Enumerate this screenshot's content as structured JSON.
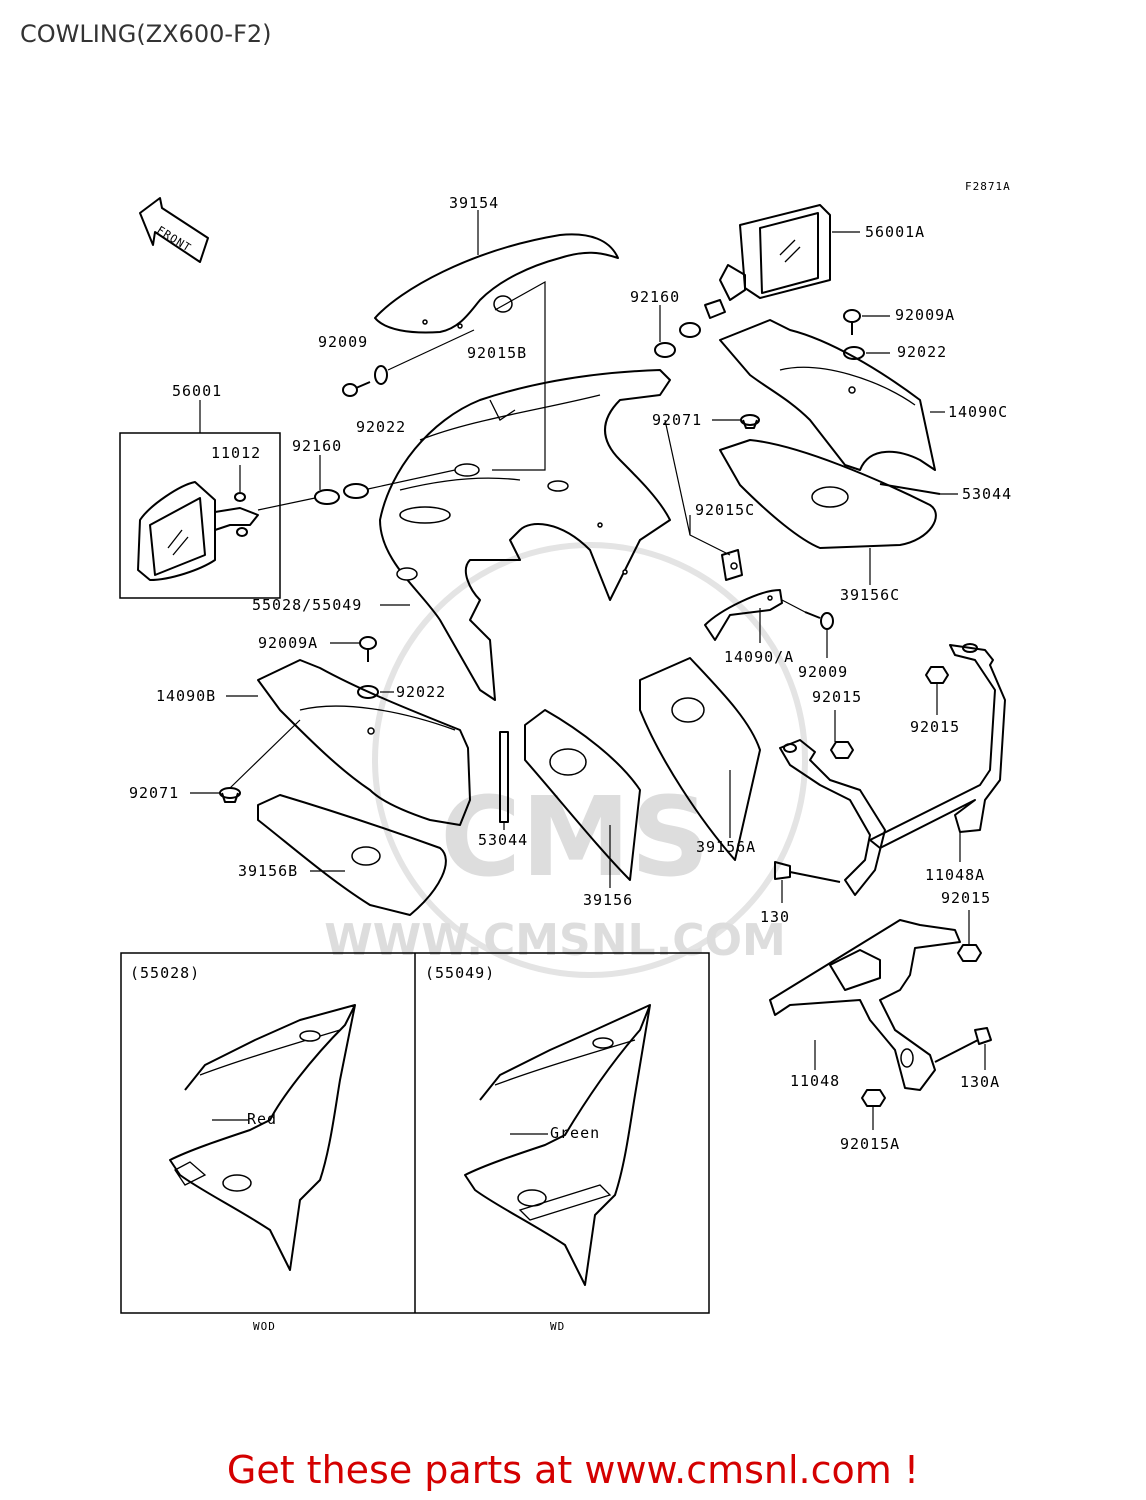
{
  "page_title": "COWLING(ZX600-F2)",
  "figure_code": "F2871A",
  "front_label": "FRONT",
  "watermark": {
    "brand": "CMS",
    "url": "WWW.CMSNL.COM"
  },
  "callouts": {
    "p39154": "39154",
    "p56001A": "56001A",
    "p92160_top": "92160",
    "p92009A_top": "92009A",
    "p92022_top": "92022",
    "p92009_top": "92009",
    "p92015B": "92015B",
    "p92022_left": "92022",
    "p14090C": "14090C",
    "p92071_top": "92071",
    "p56001": "56001",
    "p11012": "11012",
    "p92160_left": "92160",
    "p53044_right": "53044",
    "p92015C": "92015C",
    "p39156C": "39156C",
    "p55028_55049": "55028/55049",
    "p92009A_mid": "92009A",
    "p14090A": "14090/A",
    "p92009_mid": "92009",
    "p14090B": "14090B",
    "p92022_mid": "92022",
    "p92015_a": "92015",
    "p92015_b": "92015",
    "p92071_left": "92071",
    "p53044_center": "53044",
    "p39156A": "39156A",
    "p11048A": "11048A",
    "p39156B": "39156B",
    "p39156": "39156",
    "p130": "130",
    "p92015_c": "92015",
    "p11048": "11048",
    "p130A": "130A",
    "p92015A": "92015A"
  },
  "variants": [
    {
      "code": "(55028)",
      "color": "Red",
      "market": "WOD"
    },
    {
      "code": "(55049)",
      "color": "Green",
      "market": "WD"
    }
  ],
  "cta": "Get these parts at www.cmsnl.com !"
}
